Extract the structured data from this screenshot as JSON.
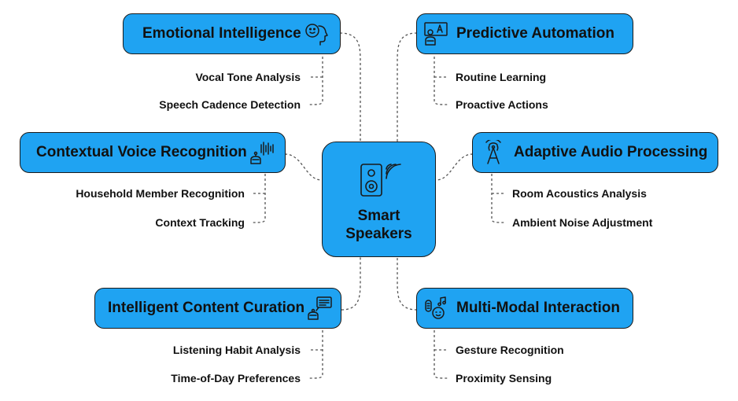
{
  "center": {
    "line1": "Smart",
    "line2": "Speakers",
    "icon": "speaker-icon"
  },
  "branches": [
    {
      "title": "Emotional Intelligence",
      "icon": "face-profile-icon",
      "items": [
        "Vocal Tone Analysis",
        "Speech Cadence Detection"
      ]
    },
    {
      "title": "Predictive Automation",
      "icon": "robot-board-icon",
      "items": [
        "Routine Learning",
        "Proactive Actions"
      ]
    },
    {
      "title": "Contextual Voice Recognition",
      "icon": "robot-soundwave-icon",
      "items": [
        "Household Member Recognition",
        "Context Tracking"
      ]
    },
    {
      "title": "Adaptive Audio Processing",
      "icon": "broadcast-tower-icon",
      "items": [
        "Room Acoustics Analysis",
        "Ambient Noise Adjustment"
      ]
    },
    {
      "title": "Intelligent Content Curation",
      "icon": "robot-chat-icon",
      "items": [
        "Listening Habit Analysis",
        "Time-of-Day Preferences"
      ]
    },
    {
      "title": "Multi-Modal Interaction",
      "icon": "person-music-icon",
      "items": [
        "Gesture Recognition",
        "Proximity Sensing"
      ]
    }
  ],
  "colors": {
    "node_fill": "#1fa3f2",
    "outline": "#1a1a1a",
    "connector": "#555555",
    "text": "#111111"
  }
}
